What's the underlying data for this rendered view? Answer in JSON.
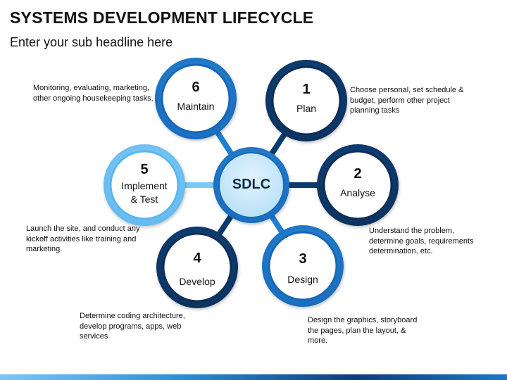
{
  "title": "SYSTEMS DEVELOPMENT LIFECYCLE",
  "subtitle": "Enter your sub headline here",
  "hub": "SDLC",
  "steps": [
    {
      "num": "1",
      "name": "Plan",
      "desc": "Choose personal, set schedule & budget, perform other project planning tasks"
    },
    {
      "num": "2",
      "name": "Analyse",
      "desc": "Understand the problem, determine goals, requirements determination, etc."
    },
    {
      "num": "3",
      "name": "Design",
      "desc": "Design the graphics, storyboard the pages, plan the layout, & more."
    },
    {
      "num": "4",
      "name": "Develop",
      "desc": "Determine coding architecture, develop programs, apps, web services"
    },
    {
      "num": "5",
      "name": "Implement & Test",
      "desc": "Launch the site, and conduct any kickoff activities like training and marketing."
    },
    {
      "num": "6",
      "name": "Maintain",
      "desc": "Monitoring, evaluating, marketing, other ongoing housekeeping tasks."
    }
  ],
  "colors": {
    "dark_navy": "#0b3a6e",
    "mid_blue": "#1f7fd0",
    "light_blue": "#7cc8f5",
    "hub_fill": "#c8e8fb"
  }
}
